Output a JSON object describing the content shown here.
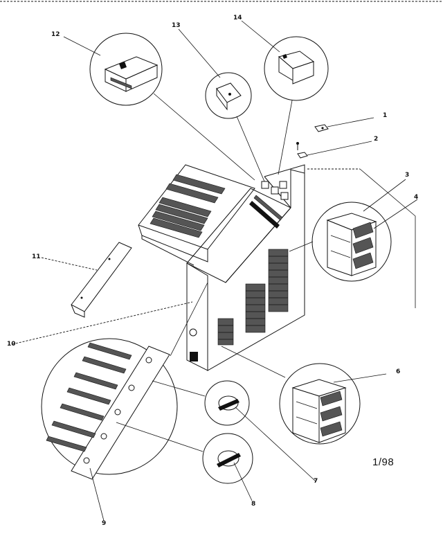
{
  "diagram": {
    "callouts": [
      {
        "id": "1",
        "text": "1"
      },
      {
        "id": "2",
        "text": "2"
      },
      {
        "id": "3",
        "text": "3"
      },
      {
        "id": "4",
        "text": "4"
      },
      {
        "id": "6",
        "text": "6"
      },
      {
        "id": "7",
        "text": "7"
      },
      {
        "id": "8",
        "text": "8"
      },
      {
        "id": "9",
        "text": "9"
      },
      {
        "id": "10",
        "text": "10"
      },
      {
        "id": "11",
        "text": "11"
      },
      {
        "id": "12",
        "text": "12"
      },
      {
        "id": "13",
        "text": "13"
      },
      {
        "id": "14",
        "text": "14"
      }
    ],
    "date_code": "1/98"
  }
}
